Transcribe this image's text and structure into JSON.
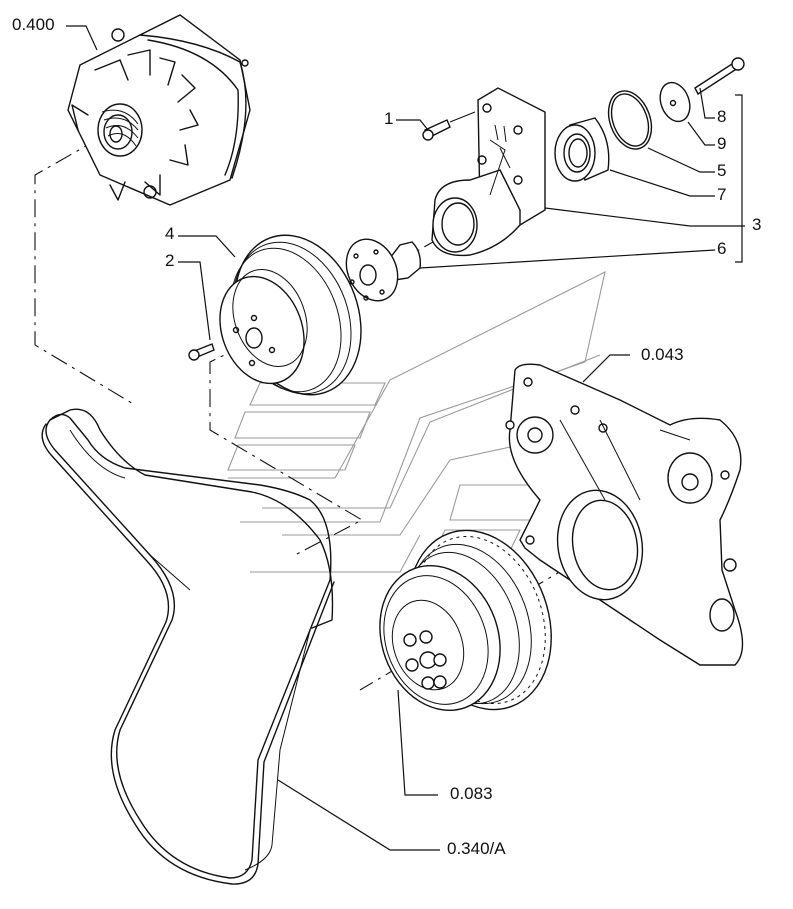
{
  "diagram": {
    "title": "Exploded view: alternator, water pump pulley, belt, timing cover and crankshaft damper",
    "colors": {
      "ink": "#111111",
      "watermark": "#9a9a9a",
      "background": "#ffffff"
    },
    "callouts": [
      {
        "id": "c-0400",
        "text": "0.400",
        "part": "alternator"
      },
      {
        "id": "c-1",
        "text": "1",
        "part": "screw"
      },
      {
        "id": "c-8",
        "text": "8",
        "part": "bolt"
      },
      {
        "id": "c-9",
        "text": "9",
        "part": "cover disc"
      },
      {
        "id": "c-5",
        "text": "5",
        "part": "snap ring"
      },
      {
        "id": "c-7",
        "text": "7",
        "part": "bearing"
      },
      {
        "id": "c-3",
        "text": "3",
        "part": "idler bracket assembly"
      },
      {
        "id": "c-6",
        "text": "6",
        "part": "hub shaft"
      },
      {
        "id": "c-4",
        "text": "4",
        "part": "pulley"
      },
      {
        "id": "c-2",
        "text": "2",
        "part": "screw"
      },
      {
        "id": "c-0043",
        "text": "0.043",
        "part": "timing cover"
      },
      {
        "id": "c-0083",
        "text": "0.083",
        "part": "crankshaft damper pulley"
      },
      {
        "id": "c-0340A",
        "text": "0.340/A",
        "part": "poly-V belt"
      }
    ],
    "bracket_group": {
      "label": "3",
      "members": [
        "8",
        "9",
        "5",
        "7",
        "6"
      ]
    }
  }
}
